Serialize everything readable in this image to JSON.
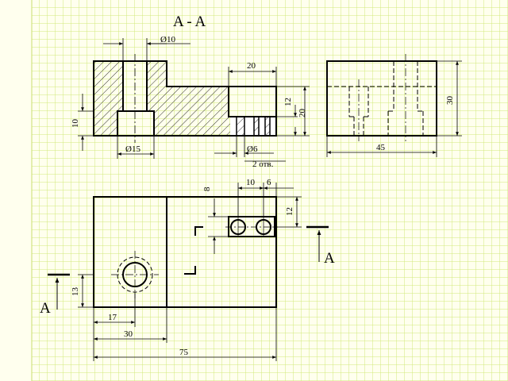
{
  "colors": {
    "grid_line": "#d2e87a",
    "paper": "#ffffee",
    "ink": "#000000"
  },
  "section_title": "A - A",
  "cut_labels": {
    "right": "A",
    "left": "A"
  },
  "dimensions": {
    "d10": "Ø10",
    "w20_top": "20",
    "h12_right": "12",
    "h20_right": "20",
    "h10_left": "10",
    "d15": "Ø15",
    "d6": "Ø6",
    "holes_note": "2 отв.",
    "h30_side": "30",
    "w45_side": "45",
    "d10_plan": "10",
    "d6_plan": "6",
    "d8_plan": "8",
    "d12_plan": "12",
    "d13_plan": "13",
    "d17_plan": "17",
    "d30_plan": "30",
    "d75_plan": "75"
  }
}
